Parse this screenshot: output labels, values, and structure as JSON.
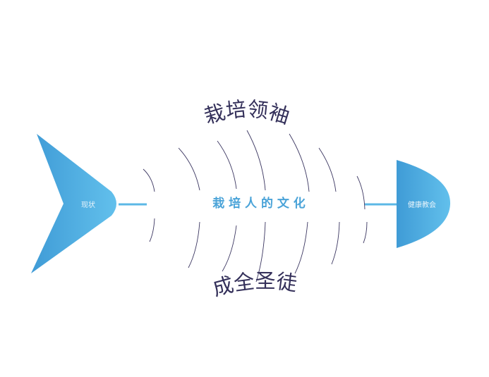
{
  "diagram": {
    "tail_label": "现状",
    "head_label": "健康教会",
    "spine_label": "栽 培 人 的 文 化",
    "top_label": "栽培领袖",
    "bottom_label": "成全圣徒"
  },
  "colors": {
    "fish_blue_dark": "#3f9bd6",
    "fish_blue_light": "#62c0ec",
    "rib": "#3a3560",
    "title": "#34305a",
    "spine_text": "#4aa3d8"
  }
}
